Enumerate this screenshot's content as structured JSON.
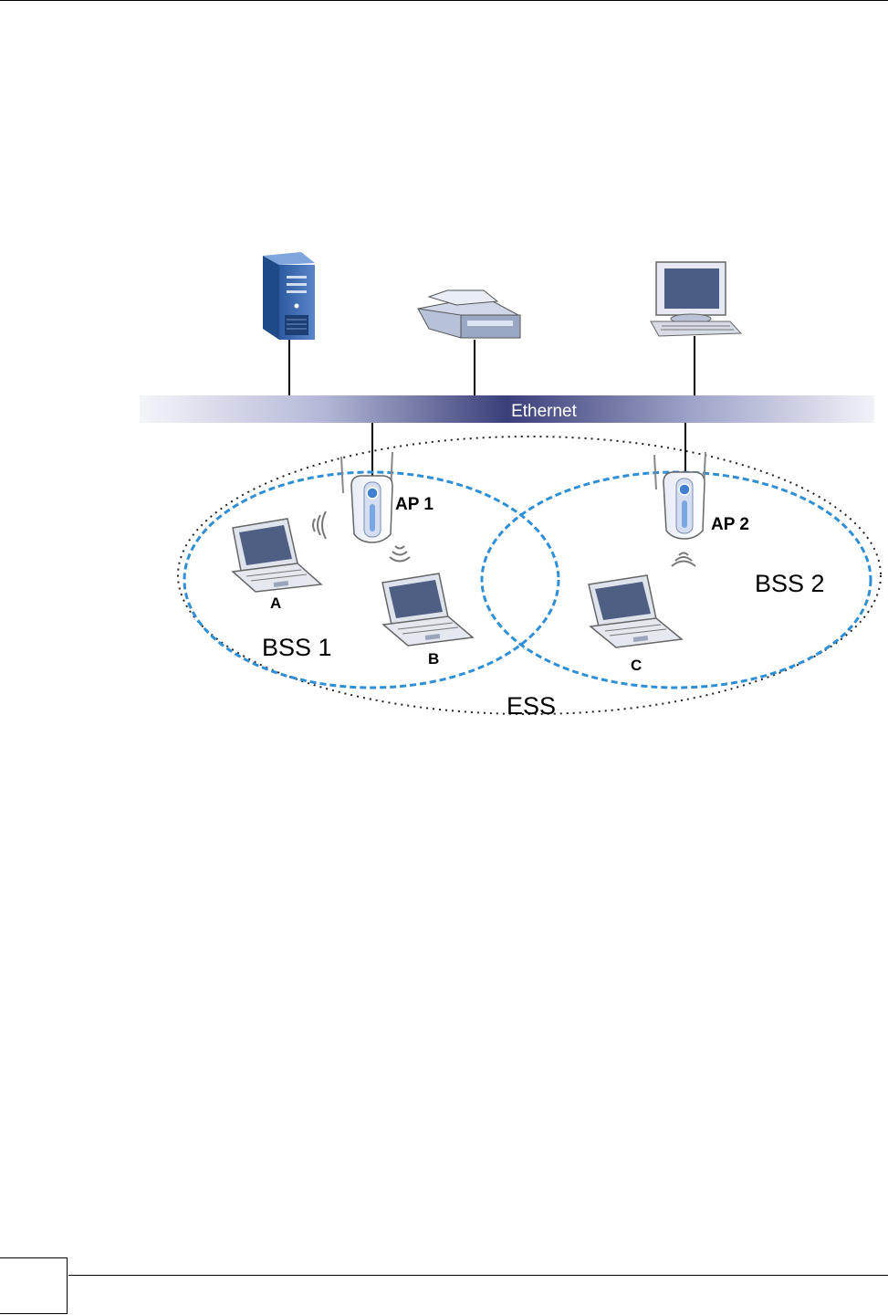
{
  "diagram": {
    "backbone_label": "Ethernet",
    "ap1_label": "AP 1",
    "ap2_label": "AP 2",
    "station_a_label": "A",
    "station_b_label": "B",
    "station_c_label": "C",
    "bss1_label": "BSS 1",
    "bss2_label": "BSS 2",
    "ess_label": "ESS"
  },
  "page": {
    "page_number": ""
  }
}
